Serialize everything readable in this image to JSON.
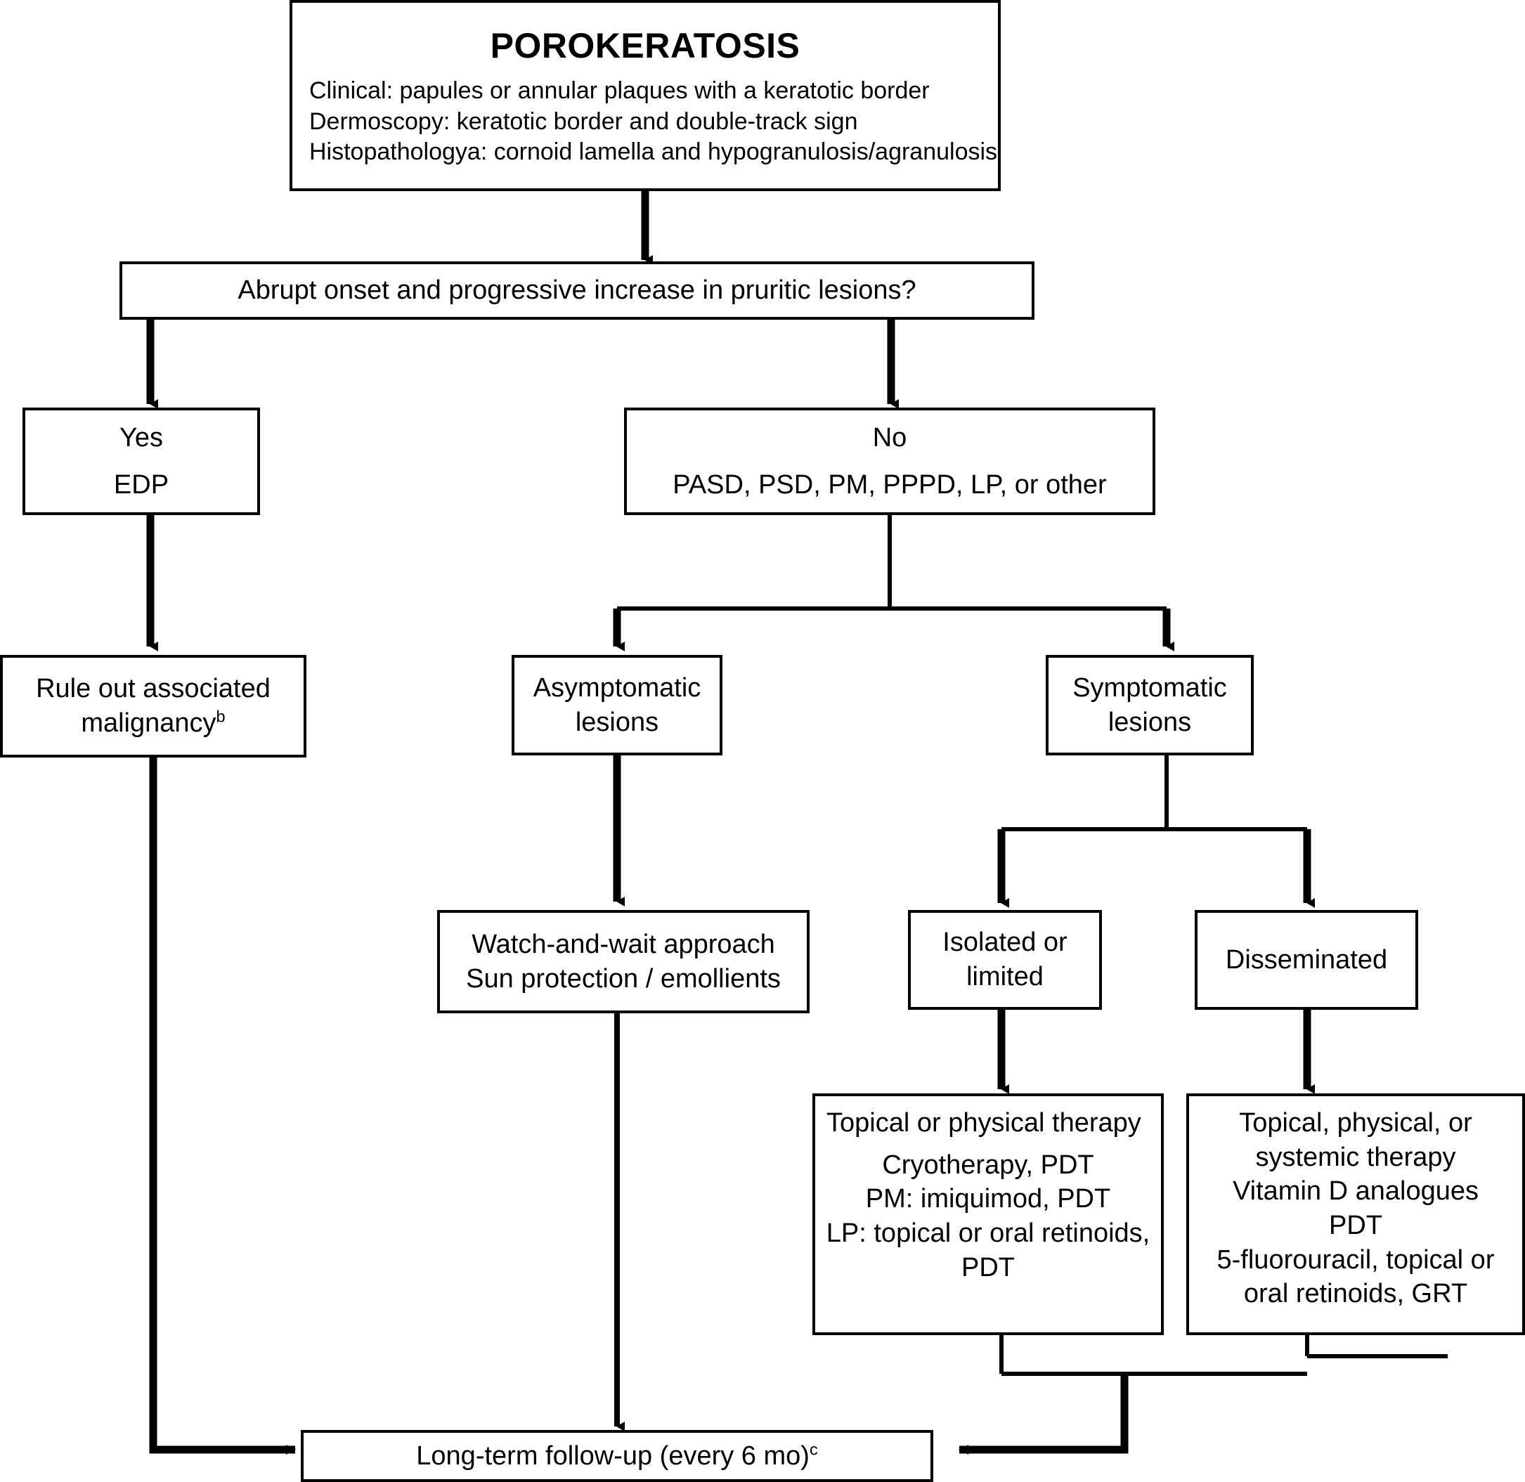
{
  "diagram": {
    "title": "Porokeratosis diagnostic and treatment algorithm",
    "line_color": "#000000",
    "box_border_color": "#000000",
    "background_color": "#ffffff"
  },
  "nodes": {
    "porokeratosis": {
      "heading": "POROKERATOSIS",
      "lines": [
        "Clinical: papules or annular plaques with a keratotic border",
        "Dermoscopy: keratotic border and double-track sign",
        "Histopathologya: cornoid lamella and hypogranulosis/agranulosis"
      ]
    },
    "question": {
      "text": "Abrupt onset and progressive increase in pruritic lesions?"
    },
    "yes_branch": {
      "line1": "Yes",
      "line2": "EDP"
    },
    "no_branch": {
      "line1": "No",
      "line2": "PASD, PSD, PM, PPPD, LP, or other"
    },
    "rule_out_malignancy": {
      "line1": "Rule out associated",
      "line2": "malignancy",
      "superscript": "b"
    },
    "asymptomatic": {
      "line1": "Asymptomatic",
      "line2": "lesions"
    },
    "symptomatic": {
      "line1": "Symptomatic",
      "line2": "lesions"
    },
    "watch_and_wait": {
      "line1": "Watch-and-wait approach",
      "line2": "Sun protection / emollients"
    },
    "isolated_limited": {
      "line1": "Isolated or",
      "line2": "limited"
    },
    "disseminated": {
      "line1": "Disseminated"
    },
    "topical_physical_therapy": {
      "heading": "Topical or physical therapy",
      "lines": [
        "Cryotherapy, PDT",
        "PM: imiquimod, PDT",
        "LP: topical or oral retinoids,",
        "PDT"
      ]
    },
    "topical_physical_systemic_therapy": {
      "lines": [
        "Topical, physical, or",
        "systemic therapy",
        "Vitamin D analogues",
        "PDT",
        "5-fluorouracil, topical or",
        "oral retinoids, GRT"
      ]
    },
    "followup": {
      "text": "Long-term follow-up (every 6 mo)",
      "superscript": "c"
    }
  },
  "edges": [
    {
      "name": "porokeratosis-to-question",
      "from": "porokeratosis",
      "to": "question",
      "arrow": "down"
    },
    {
      "name": "question-to-yes",
      "from": "question",
      "to": "yes_branch",
      "arrow": "down"
    },
    {
      "name": "question-to-no",
      "from": "question",
      "to": "no_branch",
      "arrow": "down"
    },
    {
      "name": "yes-to-rule-out",
      "from": "yes_branch",
      "to": "rule_out_malignancy",
      "arrow": "down"
    },
    {
      "name": "no-to-asymptomatic",
      "from": "no_branch",
      "to": "asymptomatic",
      "arrow": "down"
    },
    {
      "name": "no-to-symptomatic",
      "from": "no_branch",
      "to": "symptomatic",
      "arrow": "down"
    },
    {
      "name": "asymptomatic-to-watch",
      "from": "asymptomatic",
      "to": "watch_and_wait",
      "arrow": "down"
    },
    {
      "name": "symptomatic-to-isolated",
      "from": "symptomatic",
      "to": "isolated_limited",
      "arrow": "down"
    },
    {
      "name": "symptomatic-to-disseminated",
      "from": "symptomatic",
      "to": "disseminated",
      "arrow": "down"
    },
    {
      "name": "isolated-to-topical",
      "from": "isolated_limited",
      "to": "topical_physical_therapy",
      "arrow": "down"
    },
    {
      "name": "disseminated-to-systemic",
      "from": "disseminated",
      "to": "topical_physical_systemic_therapy",
      "arrow": "down"
    },
    {
      "name": "watch-to-followup",
      "from": "watch_and_wait",
      "to": "followup",
      "arrow": "down"
    },
    {
      "name": "rule-out-to-followup",
      "from": "rule_out_malignancy",
      "to": "followup",
      "arrow": "right"
    },
    {
      "name": "therapies-to-followup",
      "from": "topical_physical_therapy",
      "to": "followup",
      "arrow": "left"
    }
  ]
}
